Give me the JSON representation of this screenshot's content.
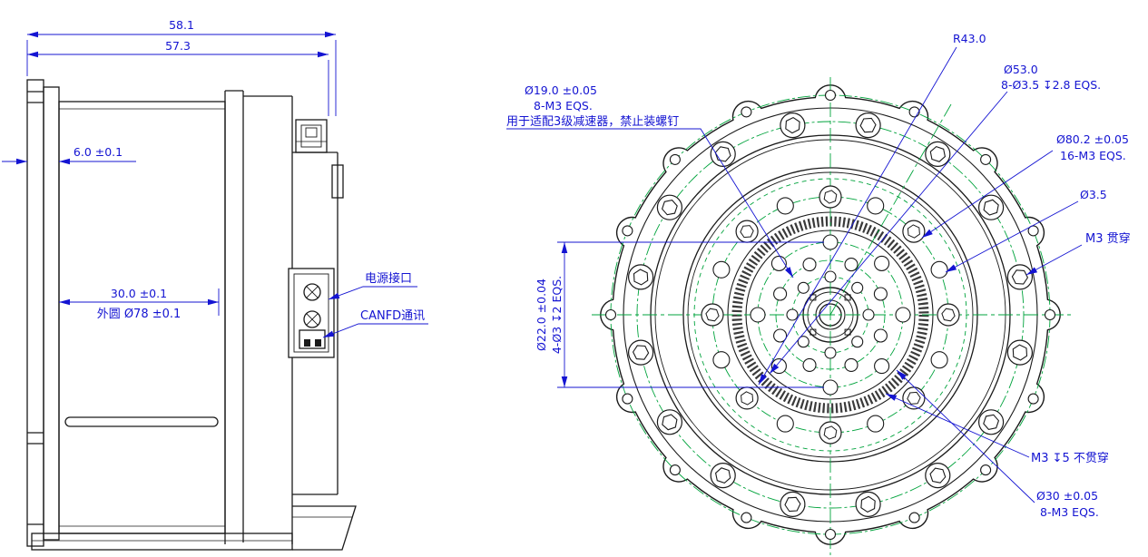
{
  "drawing": {
    "colors": {
      "dimension": "#1414d2",
      "outline": "#1a1a1a",
      "centerline": "#00a33c"
    },
    "side_view": {
      "dim_width_outer": "58.1",
      "dim_width_inner": "57.3",
      "dim_flange": "6.0 ±0.1",
      "dim_body": "30.0 ±0.1",
      "dim_outer_dia": "外圆 Ø78 ±0.1",
      "label_power": "电源接口",
      "label_canfd": "CANFD通讯"
    },
    "front_view": {
      "dim_r43": "R43.0",
      "dim_d53": "Ø53.0",
      "dim_d53_note": "8-Ø3.5 ↧2.8 EQS.",
      "dim_d19": "Ø19.0 ±0.05",
      "dim_d19_note": "8-M3 EQS.",
      "dim_d19_remark": "用于适配3级减速器，禁止装螺钉",
      "dim_d80": "Ø80.2 ±0.05",
      "dim_d80_note": "16-M3 EQS.",
      "dim_d35": "Ø3.5",
      "dim_m3_through": "M3 贯穿",
      "dim_d22": "Ø22.0 ±0.04",
      "dim_d22_note": "4-Ø3 ↧2 EQS.",
      "dim_m3_blind": "M3 ↧5 不贯穿",
      "dim_d30": "Ø30 ±0.05",
      "dim_d30_note": "8-M3 EQS."
    }
  }
}
